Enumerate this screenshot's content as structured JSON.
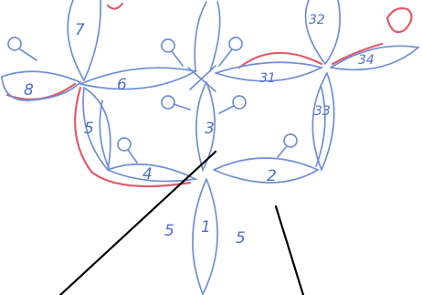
{
  "diagram": {
    "title": "",
    "colors": {
      "thread_blue": "#6f8fd6",
      "thread_red": "#e35a6a",
      "pointer": "#000000",
      "background": "#ffffff"
    },
    "rings": [
      {
        "id": "r1",
        "label": "1"
      },
      {
        "id": "r2",
        "label": "2"
      },
      {
        "id": "r3",
        "label": "3"
      },
      {
        "id": "r4",
        "label": "4"
      },
      {
        "id": "r5",
        "label": "5"
      },
      {
        "id": "r6",
        "label": "6"
      },
      {
        "id": "r7",
        "label": "7"
      },
      {
        "id": "r8",
        "label": "8"
      },
      {
        "id": "r31",
        "label": "31"
      },
      {
        "id": "r32",
        "label": "32"
      },
      {
        "id": "r33",
        "label": "33"
      },
      {
        "id": "r34",
        "label": "34"
      }
    ],
    "stitch_counts": [
      {
        "id": "count-left",
        "label": "5"
      },
      {
        "id": "count-right",
        "label": "5"
      }
    ],
    "pointers": 2
  }
}
